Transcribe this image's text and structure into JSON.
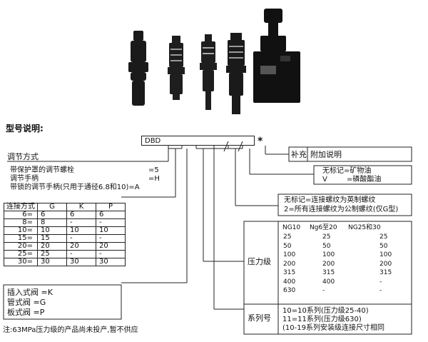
{
  "title": "型号说明:",
  "model_code": "DBD",
  "asterisk": "*",
  "adjust": {
    "heading": "调节方式",
    "lines": [
      "带保护罩的调节螺栓",
      "调节手柄",
      "带锁的调节手柄(只用于通径6.8和10)=A"
    ],
    "codes": [
      "=5",
      "=H"
    ]
  },
  "connection_table": {
    "headers": [
      "连接方式",
      "G",
      "K",
      "P"
    ],
    "rows": [
      [
        "6=",
        "6",
        "6",
        "6"
      ],
      [
        "8=",
        "8",
        "-",
        "-"
      ],
      [
        "10=",
        "10",
        "10",
        "10"
      ],
      [
        "15=",
        "15",
        "-",
        "-"
      ],
      [
        "20=",
        "20",
        "20",
        "20"
      ],
      [
        "25=",
        "25",
        "-",
        "-"
      ],
      [
        "30=",
        "30",
        "30",
        "30"
      ]
    ]
  },
  "valve_types": [
    "插入式阀 =K",
    "管式阀 =G",
    "板式阀 =P"
  ],
  "note": "注:63MPa压力级的产品尚未投产,暂不供应",
  "supplement": {
    "label": "补充",
    "value": "附加说明"
  },
  "oil": {
    "line1": "无标记=矿物油",
    "line2_code": "V",
    "line2_text": "=磷酸酯油"
  },
  "thread": {
    "line1": "无标记=连接螺纹为英制螺纹",
    "line2": "2=所有连接螺纹为公制螺纹(仅G型)"
  },
  "pressure": {
    "label": "压力级",
    "headers": [
      "NG10",
      "Ng6至20",
      "NG25和30"
    ],
    "rows": [
      [
        "25",
        "25",
        "25"
      ],
      [
        "50",
        "50",
        "50"
      ],
      [
        "100",
        "100",
        "100"
      ],
      [
        "200",
        "200",
        "200"
      ],
      [
        "315",
        "315",
        "315"
      ],
      [
        "400",
        "400",
        "-"
      ],
      [
        "630",
        "-",
        "-"
      ]
    ]
  },
  "series": {
    "label": "系列号",
    "lines": [
      "10=10系列(压力级25-40)",
      "11=11系列(压力级630)",
      "(10-19系列安装级连接尺寸相同"
    ]
  }
}
